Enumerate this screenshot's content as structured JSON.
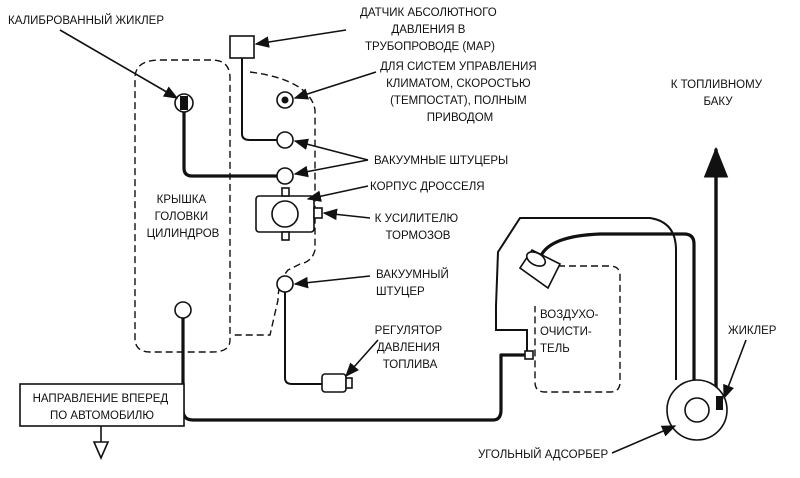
{
  "labels": {
    "calibrated_jet": "КАЛИБРОВАННЫЙ ЖИКЛЕР",
    "map_sensor": [
      "ДАТЧИК АБСОЛЮТНОГО",
      "ДАВЛЕНИЯ В",
      "ТРУБОПРОВОДЕ (МАР)"
    ],
    "control_systems": [
      "ДЛЯ СИСТЕМ УПРАВЛЕНИЯ",
      "КЛИМАТОМ, СКОРОСТЬЮ",
      "(ТЕМПОСТАТ), ПОЛНЫМ",
      "ПРИВОДОМ"
    ],
    "fuel_tank": [
      "К ТОПЛИВНОМУ",
      "БАКУ"
    ],
    "vacuum_fittings": "ВАКУУМНЫЕ ШТУЦЕРЫ",
    "throttle_body": "КОРПУС ДРОССЕЛЯ",
    "cylinder_head_cover": [
      "КРЫШКА",
      "ГОЛОВКИ",
      "ЦИЛИНДРОВ"
    ],
    "brake_booster": [
      "К УСИЛИТЕЛЮ",
      "ТОРМОЗОВ"
    ],
    "vacuum_fitting": [
      "ВАКУУМНЫЙ",
      "ШТУЦЕР"
    ],
    "air_cleaner": [
      "ВОЗДУХО-",
      "ОЧИСТИ-",
      "ТЕЛЬ"
    ],
    "fuel_regulator": [
      "РЕГУЛЯТОР",
      "ДАВЛЕНИЯ",
      "ТОПЛИВА"
    ],
    "jet": "ЖИКЛЕР",
    "forward_direction": [
      "НАПРАВЛЕНИЕ ВПЕРЕД",
      "ПО АВТОМОБИЛЮ"
    ],
    "charcoal_canister": "УГОЛЬНЫЙ АДСОРБЕР"
  }
}
